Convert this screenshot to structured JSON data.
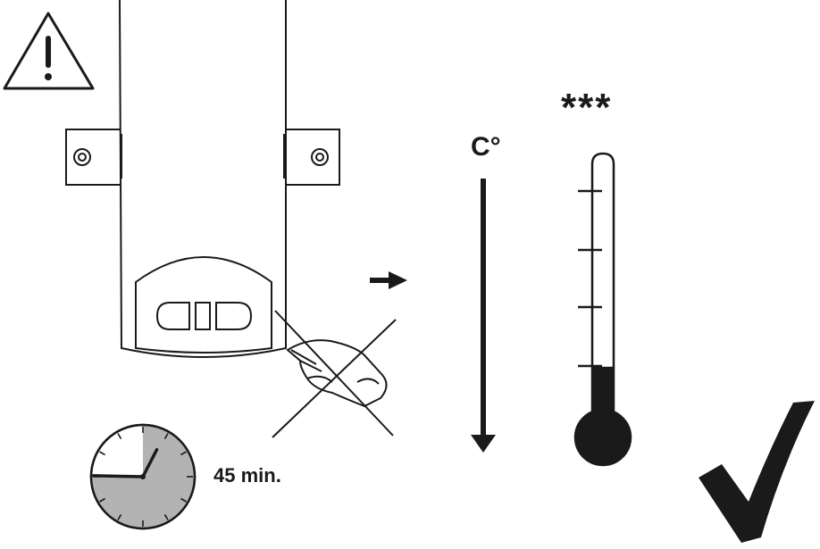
{
  "labels": {
    "temperature_unit": "C°",
    "star_rating": "***",
    "duration": "45 min."
  },
  "icons": [
    "warning-icon",
    "appliance-unit",
    "do-not-touch-icon",
    "arrow-right-icon",
    "temperature-down-arrow",
    "thermometer-icon",
    "clock-icon",
    "checkmark-icon"
  ],
  "clock": {
    "elapsed_minutes": 45,
    "hour_hand_hour": 1
  },
  "thermometer": {
    "level_fraction": 0.2
  },
  "colors": {
    "ink": "#1a1a1a",
    "clock_fill": "#b3b3b3",
    "background": "#ffffff"
  }
}
